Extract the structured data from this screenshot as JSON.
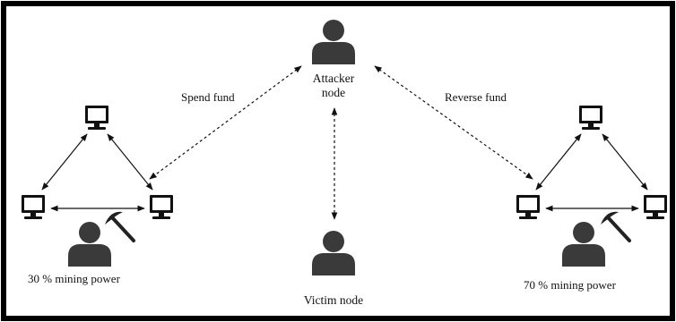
{
  "labels": {
    "attacker_line1": "Attacker",
    "attacker_line2": "node",
    "victim": "Victim node",
    "spend_fund": "Spend fund",
    "reverse_fund": "Reverse fund",
    "left_power": "30 % mining power",
    "right_power": "70 % mining power"
  },
  "colors": {
    "frame": "#000000",
    "icon": "#3a3a3a",
    "line": "#111111"
  },
  "icons": {
    "person": "user-silhouette-icon",
    "computer": "desktop-monitor-icon",
    "miner": "pickaxe-icon"
  }
}
